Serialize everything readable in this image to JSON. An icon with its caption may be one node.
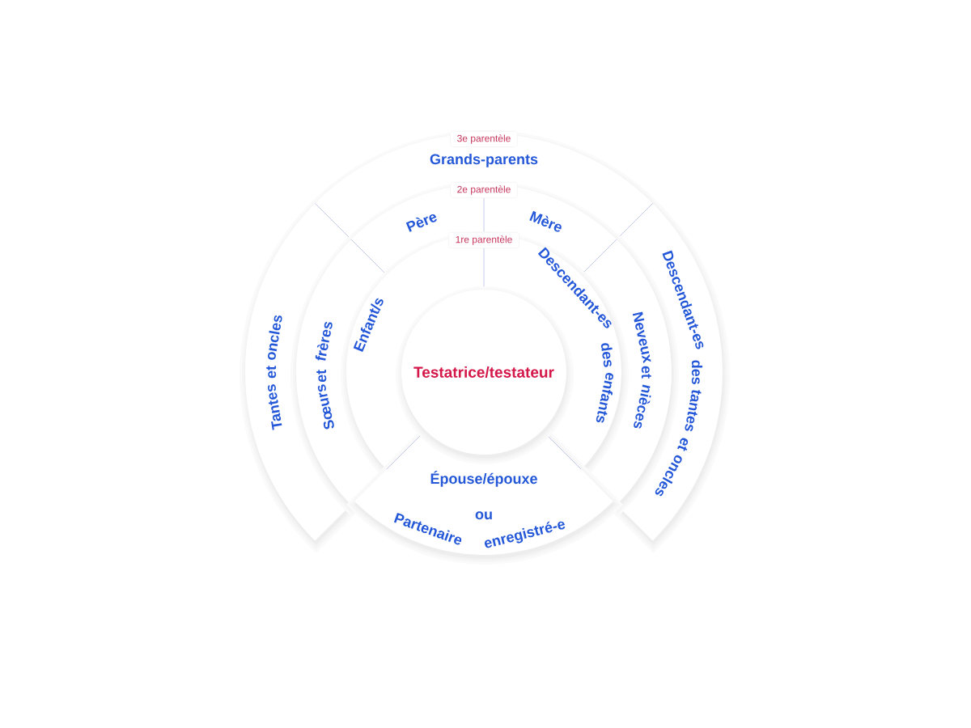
{
  "diagram": {
    "nodes": [
      {
        "text": [
          "Grands-parents"
        ]
      },
      {
        "text": [
          "Père"
        ]
      },
      {
        "text": [
          "Mère"
        ]
      },
      {
        "text": [
          "Tantes et oncles"
        ]
      },
      {
        "text": [
          "Sœurs et frères"
        ]
      },
      {
        "text": [
          "Enfant/s"
        ]
      },
      {
        "text": [
          "Testatrice/testateur"
        ]
      },
      {
        "text": [
          "Descendant-es des enfants"
        ]
      },
      {
        "text": [
          "Neveux et nièces"
        ]
      },
      {
        "text": [
          "Descendant-es des tantes et oncles"
        ]
      },
      {
        "text": [
          "Épouse/épouxe",
          "ou",
          "Partenaire enregistré-e"
        ]
      }
    ],
    "labels": [
      "3e parentèle",
      "2e parentèle",
      "1re parentèle"
    ]
  }
}
